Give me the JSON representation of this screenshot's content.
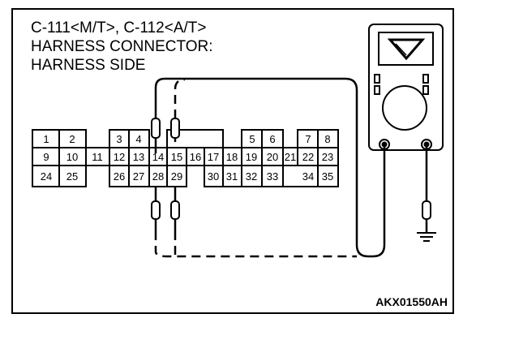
{
  "title": {
    "line1": "C-111<M/T>, C-112<A/T>",
    "line2": "HARNESS CONNECTOR:",
    "line3": "HARNESS SIDE"
  },
  "connector": {
    "pins": [
      "1",
      "2",
      "3",
      "4",
      "5",
      "6",
      "7",
      "8",
      "9",
      "10",
      "11",
      "12",
      "13",
      "14",
      "15",
      "16",
      "17",
      "18",
      "19",
      "20",
      "21",
      "22",
      "23",
      "24",
      "25",
      "26",
      "27",
      "28",
      "29",
      "30",
      "31",
      "32",
      "33",
      "34",
      "35"
    ]
  },
  "figure_code": "AKX01550AH"
}
